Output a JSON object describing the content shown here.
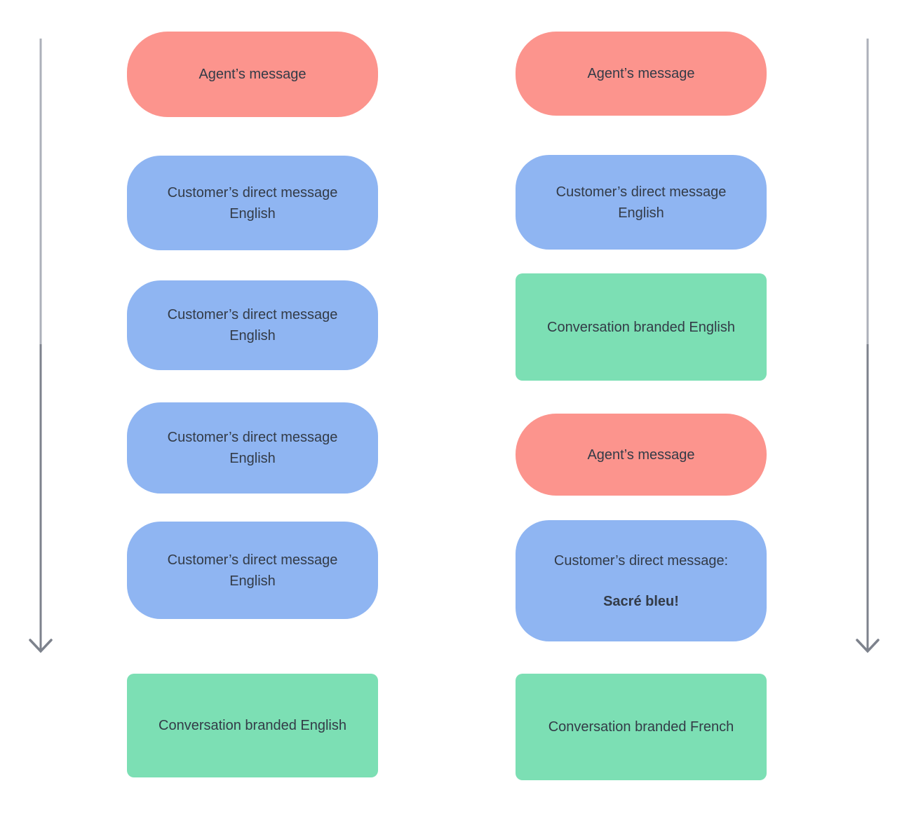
{
  "diagram": {
    "colors": {
      "agent_bubble": "#FC948D",
      "customer_bubble": "#8FB5F2",
      "branded_box": "#7CDFB4",
      "text": "#333B47",
      "arrow_top": "#ACB0BA",
      "arrow_bottom": "#7D828C"
    },
    "columns": {
      "left": {
        "items": [
          {
            "type": "agent",
            "lines": [
              "Agent’s message"
            ]
          },
          {
            "type": "customer",
            "lines": [
              "Customer’s direct message",
              "English"
            ]
          },
          {
            "type": "customer",
            "lines": [
              "Customer’s direct message",
              "English"
            ]
          },
          {
            "type": "customer",
            "lines": [
              "Customer’s direct message",
              "English"
            ]
          },
          {
            "type": "customer",
            "lines": [
              "Customer’s direct message",
              "English"
            ]
          },
          {
            "type": "branded",
            "lines": [
              "Conversation branded English"
            ]
          }
        ]
      },
      "right": {
        "items": [
          {
            "type": "agent",
            "lines": [
              "Agent’s message"
            ]
          },
          {
            "type": "customer",
            "lines": [
              "Customer’s direct message",
              "English"
            ]
          },
          {
            "type": "branded",
            "lines": [
              "Conversation branded English"
            ]
          },
          {
            "type": "agent",
            "lines": [
              "Agent’s message"
            ]
          },
          {
            "type": "customer",
            "lines": [
              "Customer’s direct message:"
            ],
            "bold_line": "Sacré bleu!"
          },
          {
            "type": "branded",
            "lines": [
              "Conversation branded French"
            ]
          }
        ]
      }
    }
  }
}
